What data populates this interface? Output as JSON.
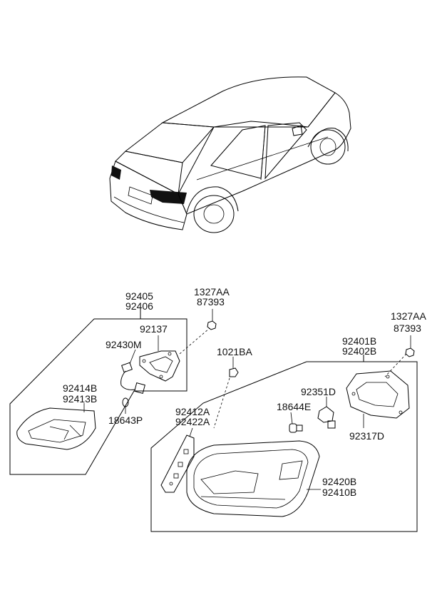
{
  "labels": {
    "p92405": "92405",
    "p92406": "92406",
    "p1327AA_left": "1327AA",
    "p87393_left": "87393",
    "p92137": "92137",
    "p92430M": "92430M",
    "p92414B": "92414B",
    "p92413B": "92413B",
    "p18643P": "18643P",
    "p1021BA": "1021BA",
    "p1327AA_right": "1327AA",
    "p87393_right": "87393",
    "p92401B": "92401B",
    "p92402B": "92402B",
    "p92351D": "92351D",
    "p18644E": "18644E",
    "p92317D": "92317D",
    "p92412A": "92412A",
    "p92422A": "92422A",
    "p92420B": "92420B",
    "p92410B": "92410B"
  }
}
